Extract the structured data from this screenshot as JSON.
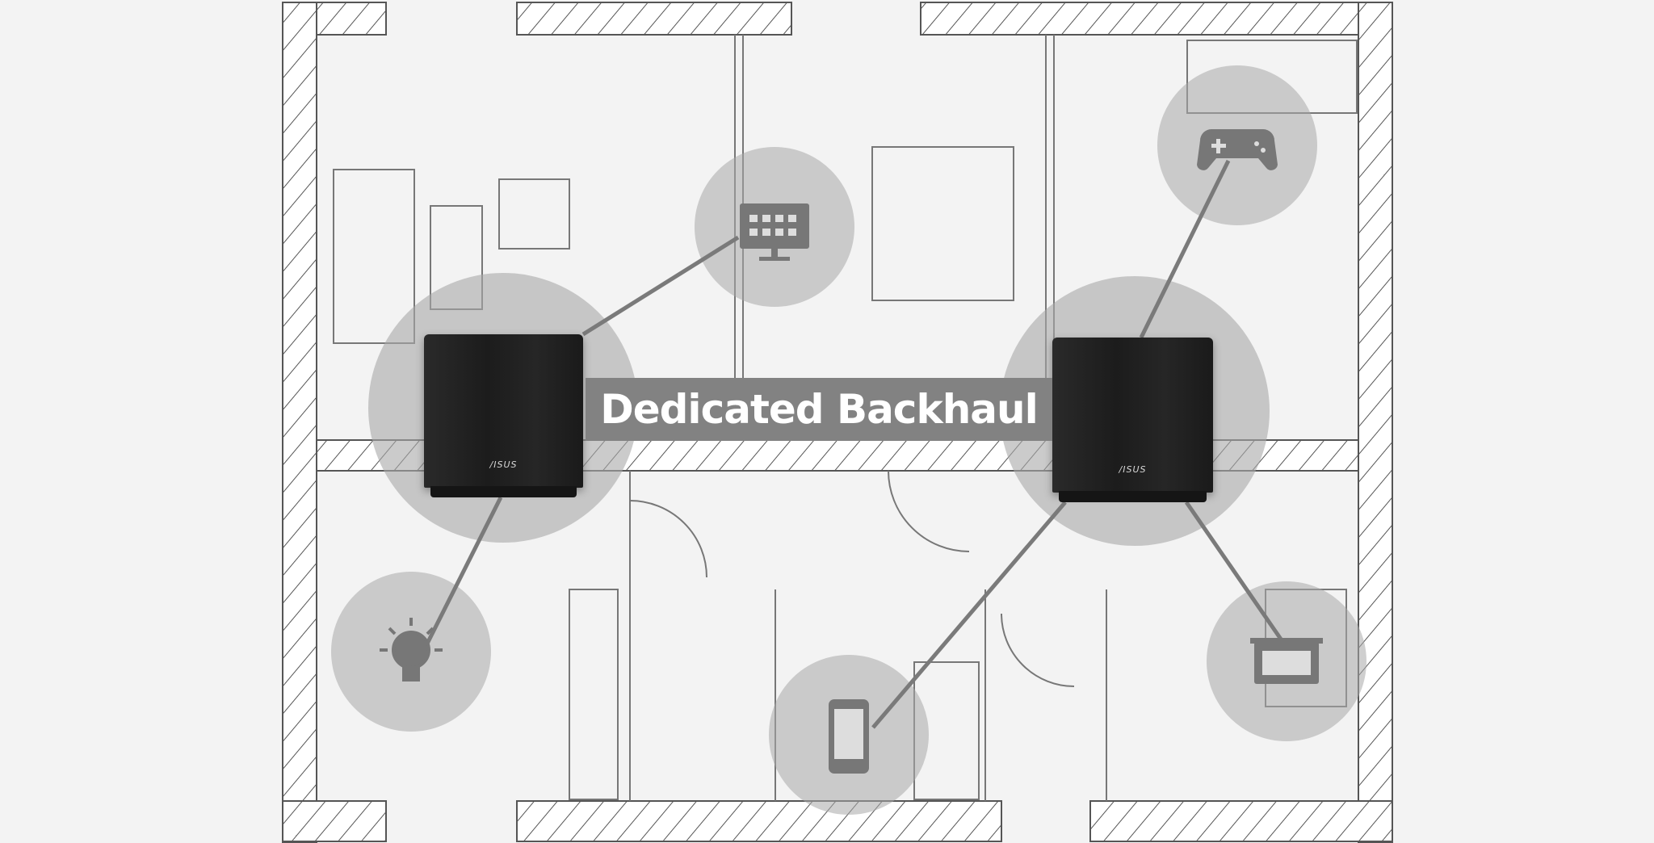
{
  "banner": {
    "label": "Dedicated Backhaul"
  },
  "routers": [
    {
      "brand": "/ISUS"
    },
    {
      "brand": "/ISUS"
    }
  ],
  "devices": [
    "smart-tv",
    "game-controller",
    "smart-bulb",
    "smartphone",
    "microwave"
  ],
  "colors": {
    "background": "#f3f3f3",
    "banner": "#828282",
    "circle": "#b5b5b5",
    "link": "#7a7a7a",
    "router": "#222222"
  }
}
